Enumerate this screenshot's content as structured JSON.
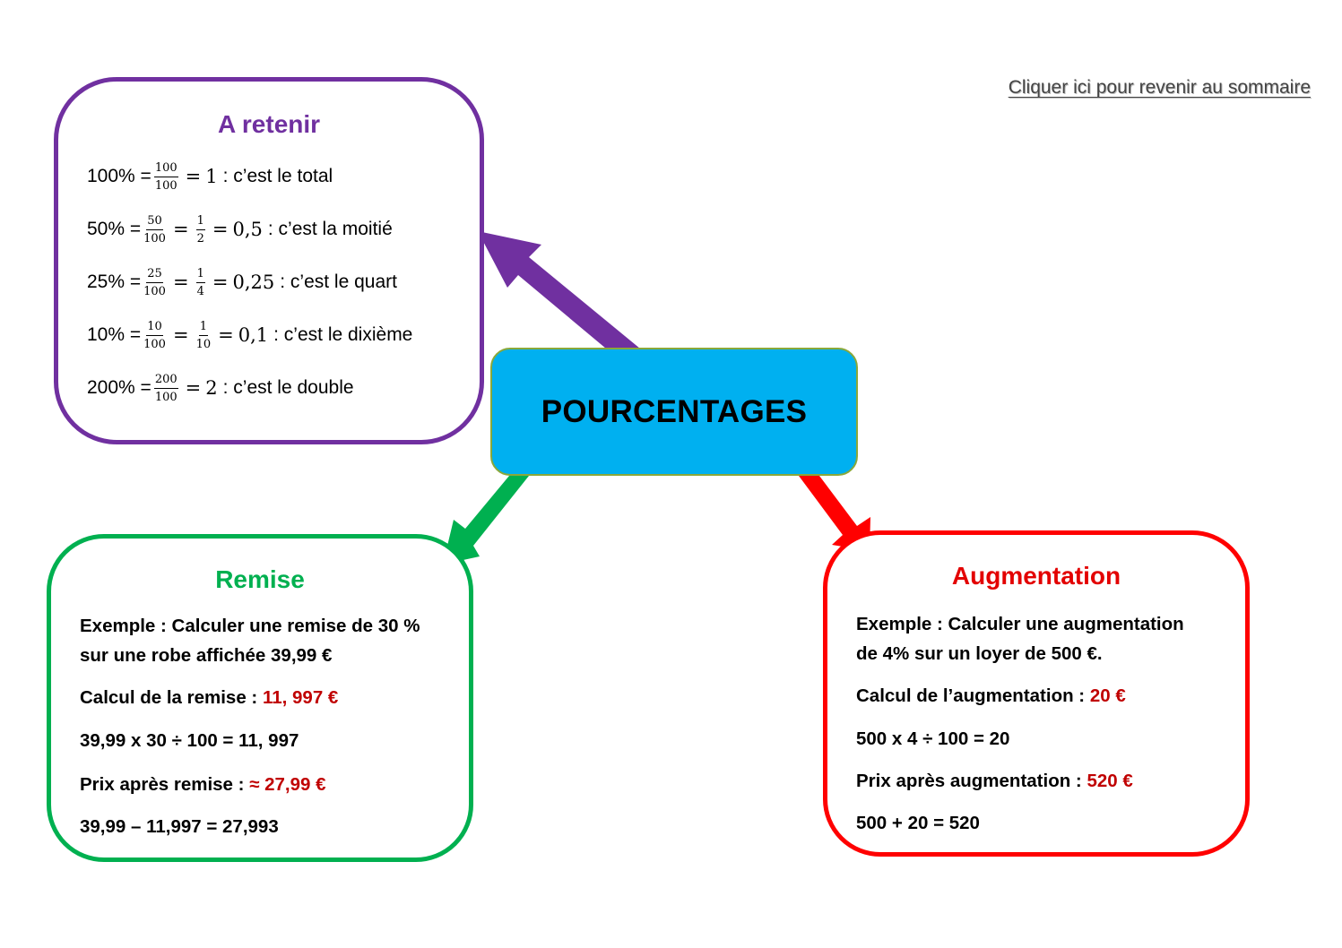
{
  "link": {
    "label": "Cliquer ici pour revenir au sommaire"
  },
  "center": {
    "title": "POURCENTAGES"
  },
  "retenir": {
    "title": "A retenir",
    "lines": [
      {
        "prefix": "100% =",
        "f1_num": "100",
        "f1_den": "100",
        "f2_num": "",
        "f2_den": "",
        "value": "1",
        "text": ": c’est le total"
      },
      {
        "prefix": "50% =",
        "f1_num": "50",
        "f1_den": "100",
        "f2_num": "1",
        "f2_den": "2",
        "value": "0,5",
        "text": ": c’est la moitié"
      },
      {
        "prefix": "25% =",
        "f1_num": "25",
        "f1_den": "100",
        "f2_num": "1",
        "f2_den": "4",
        "value": "0,25",
        "text": ": c’est le quart"
      },
      {
        "prefix": "10% =",
        "f1_num": "10",
        "f1_den": "100",
        "f2_num": "1",
        "f2_den": "10",
        "value": "0,1",
        "text": ": c’est le dixième"
      },
      {
        "prefix": "200% =",
        "f1_num": "200",
        "f1_den": "100",
        "f2_num": "",
        "f2_den": "",
        "value": "2",
        "text": ": c’est le double"
      }
    ]
  },
  "remise": {
    "title": "Remise",
    "example_l1": "Exemple : Calculer une remise de 30 %",
    "example_l2": "sur une robe affichée 39,99 €",
    "calc_label": "Calcul de la remise :",
    "calc_value": "11, 997 €",
    "calc_formula": "39,99 x 30 ÷ 100 = 11, 997",
    "price_label": "Prix après remise :",
    "price_value": "≈ 27,99 €",
    "price_formula": "39,99 – 11,997 = 27,993"
  },
  "augmentation": {
    "title": "Augmentation",
    "example_l1": "Exemple : Calculer une augmentation",
    "example_l2": "de 4% sur un loyer de 500 €.",
    "calc_label": "Calcul de l’augmentation :",
    "calc_value": "20 €",
    "calc_formula": "500 x 4 ÷ 100 = 20",
    "price_label": "Prix après augmentation :",
    "price_value": "520 €",
    "price_formula": "500 + 20 = 520"
  },
  "colors": {
    "purple": "#7030a0",
    "green": "#00b050",
    "red": "#ff0000",
    "dark_red": "#c00000",
    "cyan": "#00b0f0"
  }
}
